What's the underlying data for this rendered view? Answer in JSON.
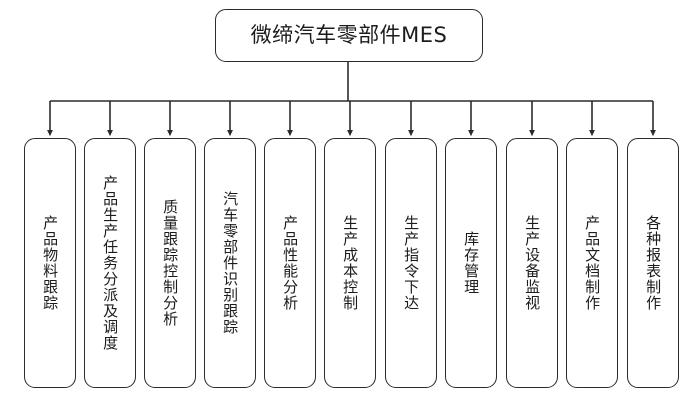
{
  "diagram": {
    "type": "org-tree",
    "orientation": "top-down-bus",
    "background_color": "#ffffff",
    "line_color": "#2b2b2b",
    "text_color": "#1c1c1c",
    "root": {
      "label": "微缔汽车零部件MES"
    },
    "children": [
      {
        "label": "产品物料跟踪"
      },
      {
        "label": "产品生产任务分派及调度"
      },
      {
        "label": "质量跟踪控制分析"
      },
      {
        "label": "汽车零部件识别跟踪"
      },
      {
        "label": "产品性能分析"
      },
      {
        "label": "生产成本控制"
      },
      {
        "label": "生产指令下达"
      },
      {
        "label": "库存管理"
      },
      {
        "label": "生产设备监视"
      },
      {
        "label": "产品文档制作"
      },
      {
        "label": "各种报表制作"
      }
    ]
  }
}
